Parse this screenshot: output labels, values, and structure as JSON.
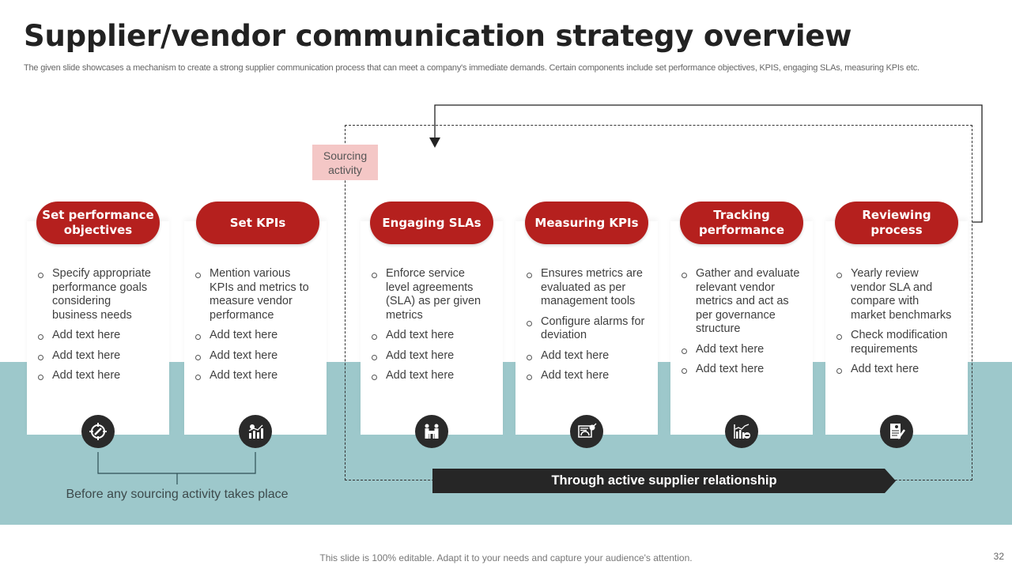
{
  "slide": {
    "title": "Supplier/vendor communication strategy overview",
    "subtitle": "The given slide showcases a mechanism to create a strong supplier communication process that can meet a company's immediate demands. Certain components include set performance objectives, KPIS, engaging SLAs, measuring KPIs etc.",
    "sourcing_label": "Sourcing activity",
    "banner_label": "Through active supplier relationship",
    "bracket_label": "Before any sourcing activity takes place",
    "footer": "This slide is 100% editable. Adapt it to your needs and capture your audience's attention.",
    "page_number": "32"
  },
  "colors": {
    "accent_red": "#b5201e",
    "teal_band": "#9dc8cb",
    "sourcing_pink": "#f4c7c6",
    "dark": "#2a2a2a"
  },
  "steps": [
    {
      "heading": "Set performance objectives",
      "icon": "target-icon",
      "bullets": [
        "Specify appropriate performance goals considering business needs",
        "Add text here",
        "Add text here",
        "Add text here"
      ]
    },
    {
      "heading": "Set KPIs",
      "icon": "bar-chart-icon",
      "bullets": [
        "Mention various KPIs and metrics to measure vendor performance",
        "Add text here",
        "Add text here",
        "Add text here"
      ]
    },
    {
      "heading": "Engaging SLAs",
      "icon": "meeting-icon",
      "bullets": [
        "Enforce service level agreements (SLA) as per given metrics",
        "Add text here",
        "Add text here",
        "Add text here"
      ]
    },
    {
      "heading": "Measuring KPIs",
      "icon": "dashboard-gauge-icon",
      "bullets": [
        "Ensures metrics are evaluated as per management tools",
        "Configure alarms for deviation",
        "Add text here",
        "Add text here"
      ]
    },
    {
      "heading": "Tracking performance",
      "icon": "growth-chart-icon",
      "bullets": [
        "Gather and evaluate relevant vendor metrics and act as per governance structure",
        "Add text here",
        "Add text here"
      ]
    },
    {
      "heading": "Reviewing process",
      "icon": "document-review-icon",
      "bullets": [
        "Yearly review vendor SLA and compare with market benchmarks",
        "Check modification requirements",
        "Add text here"
      ]
    }
  ]
}
